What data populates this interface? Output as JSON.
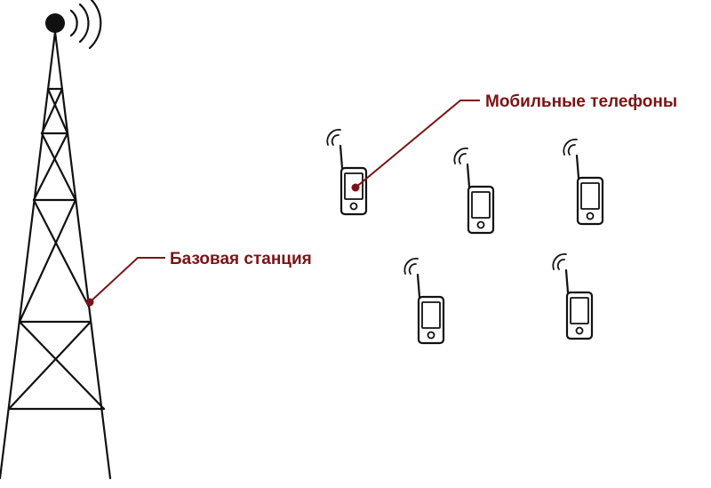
{
  "labels": {
    "base_station": "Базовая станция",
    "mobile_phones": "Мобильные телефоны"
  },
  "colors": {
    "accent": "#7a1416",
    "ink": "#111111",
    "background": "#ffffff"
  },
  "icons": {
    "tower": "cell-tower-icon",
    "signal": "signal-waves-icon",
    "phone": "mobile-phone-icon"
  },
  "phone_count": 5
}
